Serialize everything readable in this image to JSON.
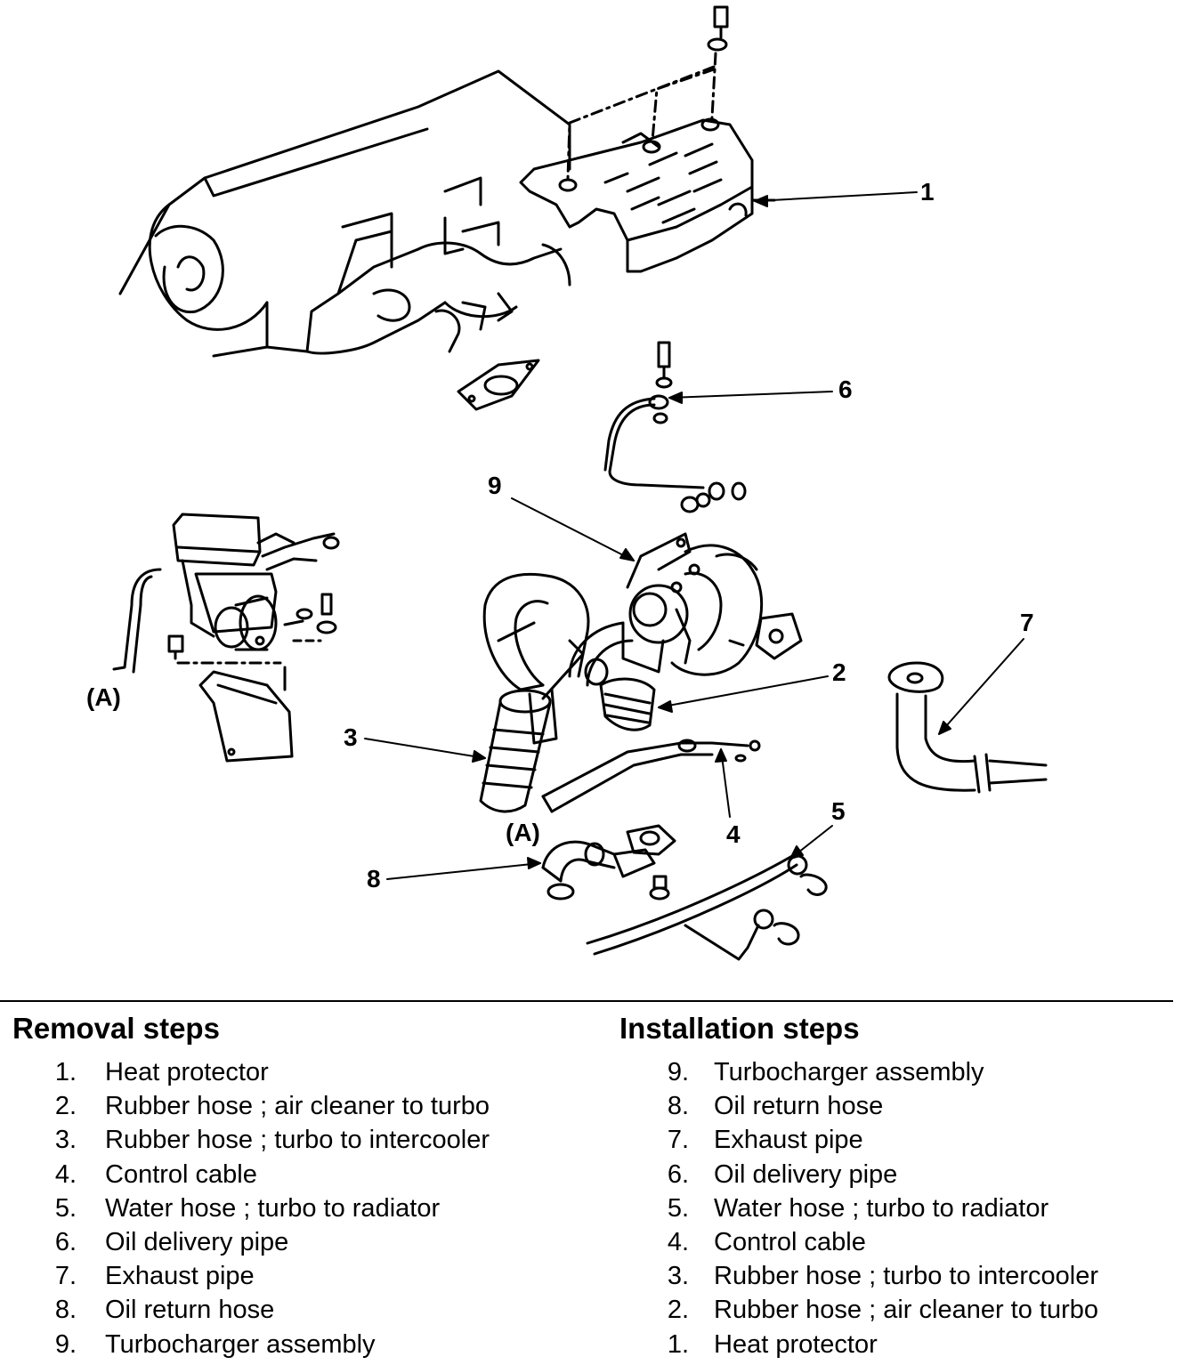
{
  "callouts": {
    "c1": "1",
    "c2": "2",
    "c3": "3",
    "c4": "4",
    "c5": "5",
    "c6": "6",
    "c7": "7",
    "c8": "8",
    "c9": "9",
    "a_left": "(A)",
    "a_center": "(A)"
  },
  "removal": {
    "title": "Removal steps",
    "steps": [
      {
        "num": "1.",
        "text": "Heat protector"
      },
      {
        "num": "2.",
        "text": "Rubber hose ; air cleaner to turbo"
      },
      {
        "num": "3.",
        "text": "Rubber hose ; turbo to intercooler"
      },
      {
        "num": "4.",
        "text": "Control cable"
      },
      {
        "num": "5.",
        "text": "Water hose ; turbo to radiator"
      },
      {
        "num": "6.",
        "text": "Oil delivery pipe"
      },
      {
        "num": "7.",
        "text": "Exhaust pipe"
      },
      {
        "num": "8.",
        "text": "Oil return hose"
      },
      {
        "num": "9.",
        "text": "Turbocharger assembly"
      }
    ]
  },
  "installation": {
    "title": "Installation steps",
    "steps": [
      {
        "num": "9.",
        "text": "Turbocharger assembly"
      },
      {
        "num": "8.",
        "text": "Oil return hose"
      },
      {
        "num": "7.",
        "text": "Exhaust pipe"
      },
      {
        "num": "6.",
        "text": "Oil delivery pipe"
      },
      {
        "num": "5.",
        "text": "Water hose ; turbo to radiator"
      },
      {
        "num": "4.",
        "text": "Control cable"
      },
      {
        "num": "3.",
        "text": "Rubber hose ; turbo to intercooler"
      },
      {
        "num": "2.",
        "text": "Rubber hose ; air cleaner to turbo"
      },
      {
        "num": "1.",
        "text": "Heat protector"
      }
    ]
  }
}
